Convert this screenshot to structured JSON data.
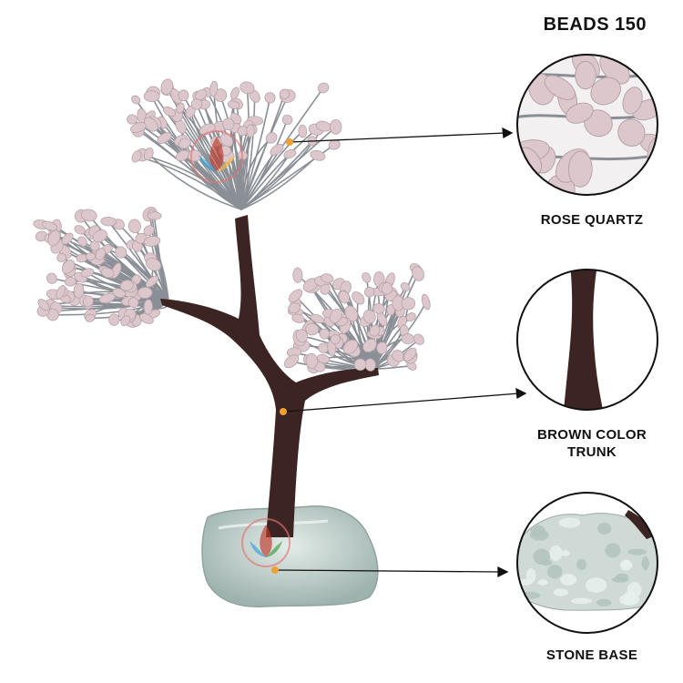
{
  "header": {
    "title": "BEADS 150"
  },
  "callouts": [
    {
      "id": "rose",
      "lines": [
        "ROSE QUARTZ"
      ]
    },
    {
      "id": "trunk",
      "lines": [
        "BROWN COLOR",
        "TRUNK"
      ]
    },
    {
      "id": "base",
      "lines": [
        "STONE BASE"
      ]
    }
  ],
  "colors": {
    "trunk": "#3b2421",
    "bead": "#dcc8cc",
    "bead_stroke": "#b8a2a8",
    "wire": "#8a8f96",
    "base": "#c7d6d2",
    "base_shadow": "#93a7a3",
    "pointer": "#f0a030",
    "arrow": "#111111"
  },
  "icons": [
    "watermark-logo-icon",
    "pointer-dot-icon",
    "arrow-icon"
  ]
}
